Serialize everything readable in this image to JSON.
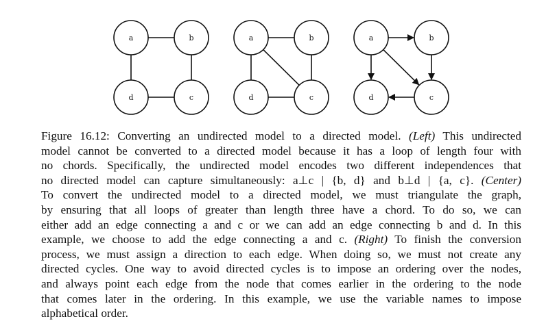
{
  "figure": {
    "graphs": [
      {
        "id": "left",
        "nodes": [
          "a",
          "b",
          "d",
          "c"
        ],
        "edges": [
          {
            "from": "a",
            "to": "b",
            "directed": false
          },
          {
            "from": "a",
            "to": "d",
            "directed": false
          },
          {
            "from": "b",
            "to": "c",
            "directed": false
          },
          {
            "from": "d",
            "to": "c",
            "directed": false
          }
        ]
      },
      {
        "id": "center",
        "nodes": [
          "a",
          "b",
          "d",
          "c"
        ],
        "edges": [
          {
            "from": "a",
            "to": "b",
            "directed": false
          },
          {
            "from": "a",
            "to": "d",
            "directed": false
          },
          {
            "from": "a",
            "to": "c",
            "directed": false
          },
          {
            "from": "b",
            "to": "c",
            "directed": false
          },
          {
            "from": "d",
            "to": "c",
            "directed": false
          }
        ]
      },
      {
        "id": "right",
        "nodes": [
          "a",
          "b",
          "d",
          "c"
        ],
        "edges": [
          {
            "from": "a",
            "to": "b",
            "directed": true
          },
          {
            "from": "a",
            "to": "d",
            "directed": true
          },
          {
            "from": "a",
            "to": "c",
            "directed": true
          },
          {
            "from": "b",
            "to": "c",
            "directed": true
          },
          {
            "from": "c",
            "to": "d",
            "directed": true
          }
        ]
      }
    ]
  },
  "caption": {
    "lines": [
      [
        {
          "t": "Figure 16.12: Converting an undirected model to a directed model. "
        },
        {
          "t": "(Left)",
          "i": true
        },
        {
          "t": " This undirected"
        }
      ],
      [
        {
          "t": "model cannot be converted to a directed model because it has a loop of length four with"
        }
      ],
      [
        {
          "t": "no chords. Specifically, the undirected model encodes two different independences that"
        }
      ],
      [
        {
          "t": "no directed model can capture simultaneously: a⊥c | {b, d} and b⊥d | {a, c}. "
        },
        {
          "t": "(Center)",
          "i": true
        }
      ],
      [
        {
          "t": "To convert the undirected model to a directed model, we must triangulate the graph,"
        }
      ],
      [
        {
          "t": "by ensuring that all loops of greater than length three have a chord. To do so, we can"
        }
      ],
      [
        {
          "t": "either add an edge connecting a and c or we can add an edge connecting  b and d. In this"
        }
      ],
      [
        {
          "t": "example, we choose to add the edge connecting a and c. "
        },
        {
          "t": "(Right)",
          "i": true
        },
        {
          "t": " To finish the conversion"
        }
      ],
      [
        {
          "t": "process, we must assign a direction to each edge. When doing so, we must not create any"
        }
      ],
      [
        {
          "t": "directed cycles. One way to avoid directed cycles is to impose an ordering over the nodes,"
        }
      ],
      [
        {
          "t": "and always point each edge from the node that comes earlier in the ordering to the node"
        }
      ],
      [
        {
          "t": "that comes later in the ordering. In this example, we use the variable names to impose"
        }
      ],
      [
        {
          "t": "alphabetical order."
        }
      ]
    ]
  }
}
